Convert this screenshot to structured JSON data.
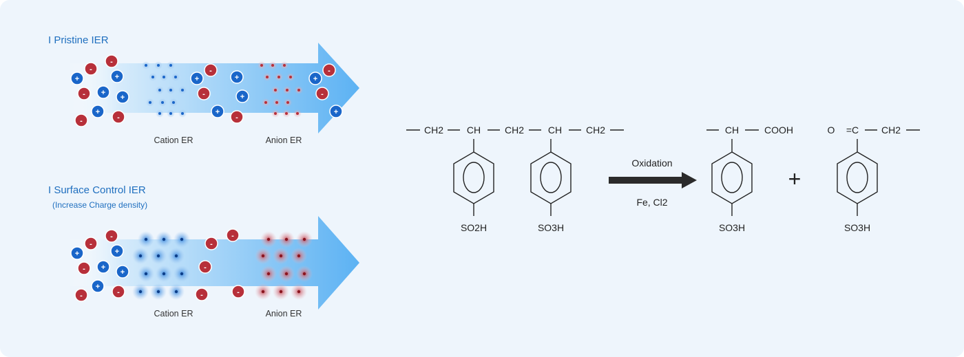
{
  "pristine": {
    "title": "I Pristine IER",
    "cation_label": "Cation ER",
    "anion_label": "Anion ER"
  },
  "surface": {
    "title": "I Surface Control IER",
    "subtitle": "(Increase Charge density)",
    "cation_label": "Cation ER",
    "anion_label": "Anion ER"
  },
  "ion_signs": {
    "positive": "+",
    "negative": "-"
  },
  "colors": {
    "positive_ion": "#1a66c9",
    "negative_ion": "#b7303a",
    "arrow": "#5cb2f3",
    "heading": "#1f6fbf"
  },
  "polymer": {
    "chain": [
      "CH2",
      "CH",
      "CH2",
      "CH",
      "CH2"
    ],
    "substituents": [
      "SO2H",
      "SO3H"
    ]
  },
  "reaction": {
    "label": "Oxidation",
    "conditions": "Fe, Cl2"
  },
  "product1": {
    "chain": [
      "CH",
      "COOH"
    ],
    "substituent": "SO3H"
  },
  "plus": "+",
  "product2": {
    "chain": [
      "O",
      "=C",
      "CH2"
    ],
    "substituent": "SO3H"
  }
}
